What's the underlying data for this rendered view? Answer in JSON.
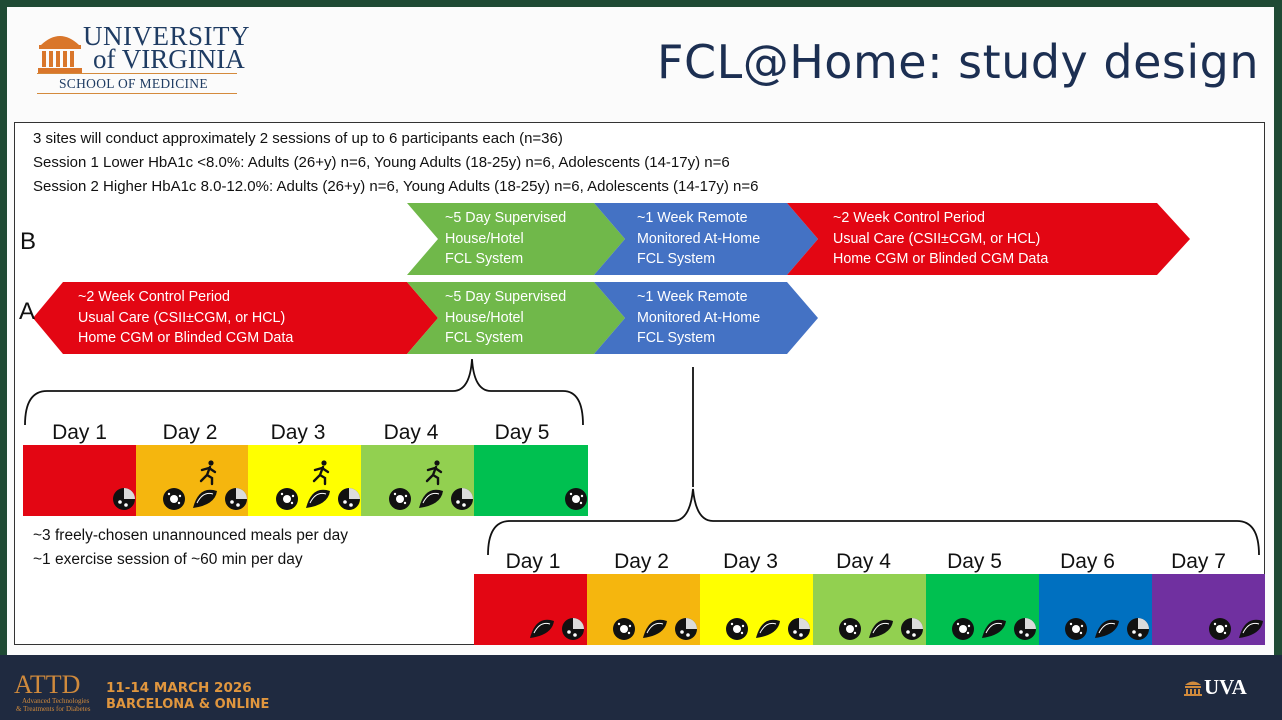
{
  "header": {
    "logo_line1": "UNIVERSITY",
    "logo_line2": "of VIRGINIA",
    "logo_school": "SCHOOL OF MEDICINE",
    "title": "FCL@Home: study design"
  },
  "info_lines": [
    "3 sites will conduct approximately 2 sessions of up to 6 participants each (n=36)",
    "Session 1 Lower HbA1c <8.0%: Adults (26+y) n=6, Young Adults (18-25y) n=6, Adolescents (14-17y) n=6",
    "Session 2 Higher HbA1c 8.0-12.0%: Adults (26+y) n=6, Young Adults (18-25y) n=6, Adolescents (14-17y) n=6"
  ],
  "arms": {
    "b_label": "B",
    "a_label": "A",
    "supervised": "~5 Day Supervised\nHouse/Hotel\nFCL System",
    "remote": "~1 Week Remote\nMonitored At-Home\nFCL System",
    "control": "~2 Week Control Period\nUsual Care (CSII±CGM, or HCL)\nHome CGM or Blinded CGM Data"
  },
  "colors": {
    "red": "#e30613",
    "green": "#70b84a",
    "blue": "#4472c4",
    "day_orange": "#f5b60e",
    "day_yellow": "#ffff00",
    "day_lightgreen": "#92d050",
    "day_green": "#00c050",
    "day_blue": "#0070c0",
    "day_purple": "#7030a0"
  },
  "supervised_days": [
    "Day 1",
    "Day 2",
    "Day 3",
    "Day 4",
    "Day 5"
  ],
  "remote_days": [
    "Day 1",
    "Day 2",
    "Day 3",
    "Day 4",
    "Day 5",
    "Day 6",
    "Day 7"
  ],
  "icons": {
    "meal": [
      "donut-icon",
      "taco-icon",
      "pizza-icon"
    ],
    "exercise": "running-person-icon"
  },
  "notes": [
    "~3 freely-chosen unannounced meals per day",
    "~1 exercise session of ~60 min per day"
  ],
  "footer": {
    "att_logo": "ATTD",
    "att_tagline1": "Advanced Technologies",
    "att_tagline2": "& Treatments for Diabetes",
    "dates": "11-14 MARCH 2026",
    "place": "BARCELONA & ONLINE",
    "uva": "UVA"
  }
}
